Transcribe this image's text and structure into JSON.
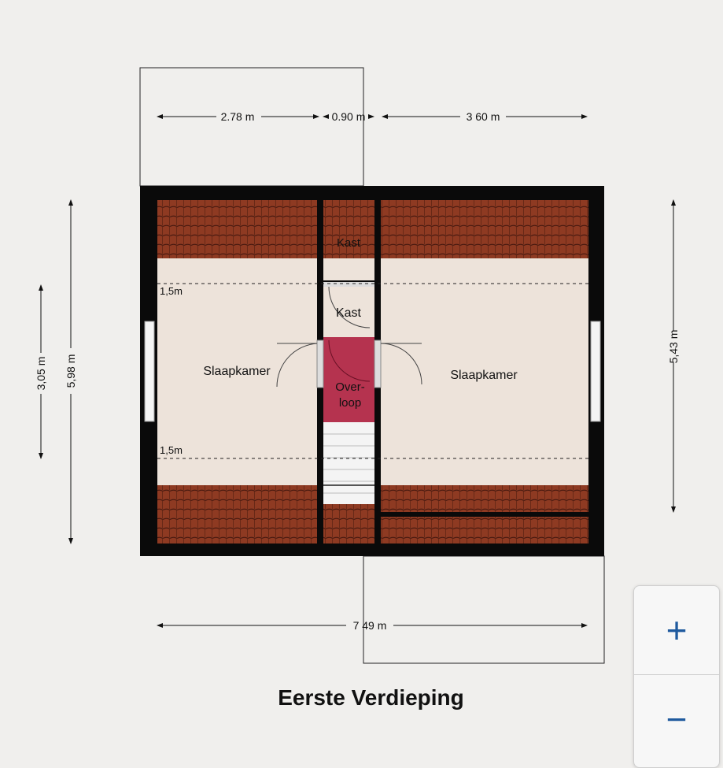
{
  "floor_title": "Eerste Verdieping",
  "dimensions": {
    "top_left": "2.78 m",
    "top_middle": "0.90 m",
    "top_right": "3 60 m",
    "bottom": "7 49 m",
    "left_inner": "3,05 m",
    "left_outer": "5,98 m",
    "right": "5,43 m"
  },
  "rooms": {
    "left_bedroom": "Slaapkamer",
    "right_bedroom": "Slaapkamer",
    "kast_top": "Kast",
    "kast": "Kast",
    "overloop_line1": "Over-",
    "overloop_line2": "loop"
  },
  "height_marks": {
    "top": "1,5m",
    "bottom": "1,5m"
  },
  "colors": {
    "wall": "#0a0a0a",
    "tile": "#8e3a22",
    "floor": "#ede3da",
    "overloop": "#b5334f",
    "accent": "#1f5a9e"
  },
  "zoom_controls": {
    "zoom_in": "+",
    "zoom_out": "−"
  }
}
